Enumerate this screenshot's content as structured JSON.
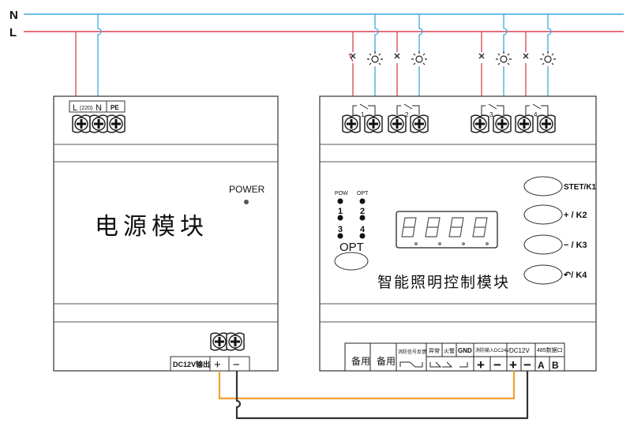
{
  "lines": {
    "neutral_label": "N",
    "live_label": "L",
    "neutral_color": "#3fa9dc",
    "live_color": "#d9434d"
  },
  "power_module": {
    "title": "电源模块",
    "power_label": "POWER",
    "input_terminals": {
      "l": "L",
      "voltage": "(220)",
      "n": "N",
      "pe": "PE"
    },
    "output_label": "DC12V输出",
    "output_plus": "+",
    "output_minus": "−"
  },
  "control_module": {
    "title": "智能照明控制模块",
    "channels": [
      "1",
      "2",
      "3",
      "4"
    ],
    "leds": {
      "pow": "POW",
      "opt": "OPT",
      "l1": "1",
      "l2": "2",
      "l3": "3",
      "l4": "4"
    },
    "opt_button_label": "OPT",
    "buttons": [
      "STET/K1",
      "+ / K2",
      "− / K3",
      "↶/ K4"
    ],
    "bottom_terminals": {
      "spare1": "备用",
      "spare2": "备用",
      "fire_signal": "消防信号反馈",
      "in1": "异常",
      "in2": "火警",
      "gnd": "GND",
      "fire_input": "消防输入DC24V",
      "dc12v": "DC12V",
      "rs485": "485数据口",
      "plus": "+",
      "minus": "−",
      "a": "A",
      "b": "B"
    }
  },
  "wires": {
    "plus_color": "#f0a030",
    "minus_color": "#333333"
  }
}
